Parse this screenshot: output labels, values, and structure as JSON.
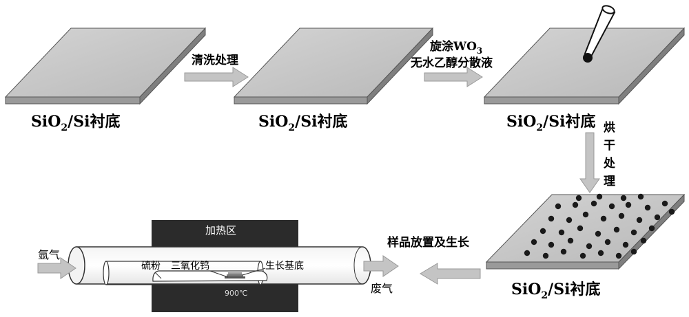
{
  "steps": {
    "wash": "清洗处理",
    "spin_line1": "旋涂WO",
    "spin_sub": "3",
    "spin_line2": "无水乙醇分散液",
    "dry": [
      "烘",
      "干",
      "处",
      "理"
    ],
    "place": "样品放置及生长"
  },
  "substrate": {
    "prefix": "SiO",
    "sub": "2",
    "suffix": "/Si衬底"
  },
  "furnace": {
    "title": "加热区",
    "argon": "氩气",
    "exhaust": "废气",
    "sulfur": "硫粉",
    "tungsten_oxide": "三氧化钨",
    "growth_substrate": "生长基底",
    "temperature": "900℃"
  },
  "colors": {
    "slab_top": "#c8c8c8",
    "slab_side": "#9a9a9a",
    "arrow": "#c4c4c4",
    "furnace": "#2b2b2b",
    "dot": "#1a1a1a"
  }
}
